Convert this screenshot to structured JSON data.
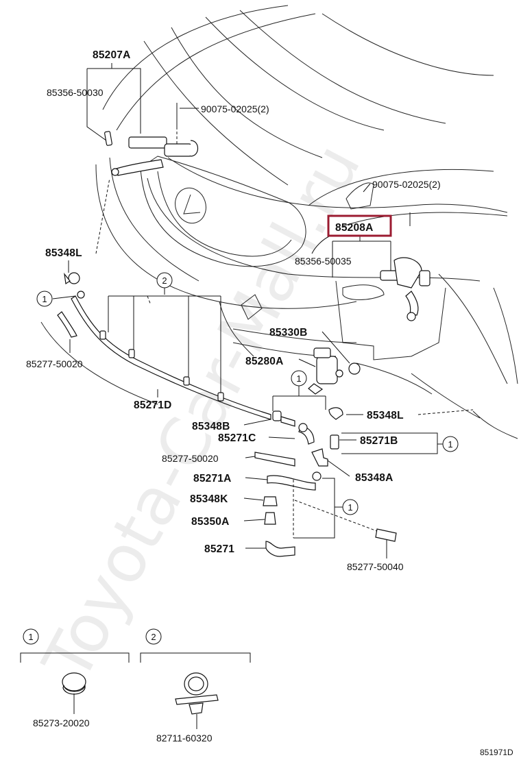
{
  "diagram": {
    "watermark": "Toyota-Car-Mall.ru",
    "figure_id": "851971D",
    "parts": [
      {
        "id": "p85207A",
        "label": "85207A"
      },
      {
        "id": "p85356_50030",
        "label": "85356-50030"
      },
      {
        "id": "p90075_a",
        "label": "90075-02025(2)"
      },
      {
        "id": "p90075_b",
        "label": "90075-02025(2)"
      },
      {
        "id": "p85208A",
        "label": "85208A",
        "highlighted": true
      },
      {
        "id": "p85356_50035",
        "label": "85356-50035"
      },
      {
        "id": "p85348L_a",
        "label": "85348L"
      },
      {
        "id": "p85277_50020_a",
        "label": "85277-50020"
      },
      {
        "id": "p85330B",
        "label": "85330B"
      },
      {
        "id": "p85280A",
        "label": "85280A"
      },
      {
        "id": "p85271D",
        "label": "85271D"
      },
      {
        "id": "p85348B",
        "label": "85348B"
      },
      {
        "id": "p85348L_b",
        "label": "85348L"
      },
      {
        "id": "p85271C",
        "label": "85271C"
      },
      {
        "id": "p85271B",
        "label": "85271B"
      },
      {
        "id": "p85277_50020_b",
        "label": "85277-50020"
      },
      {
        "id": "p85348A",
        "label": "85348A"
      },
      {
        "id": "p85271A",
        "label": "85271A"
      },
      {
        "id": "p85348K",
        "label": "85348K"
      },
      {
        "id": "p85350A",
        "label": "85350A"
      },
      {
        "id": "p85271",
        "label": "85271"
      },
      {
        "id": "p85277_50040",
        "label": "85277-50040"
      },
      {
        "id": "p85273_20020",
        "label": "85273-20020"
      },
      {
        "id": "p82711_60320",
        "label": "82711-60320"
      }
    ],
    "callouts": {
      "one": "1",
      "two": "2"
    }
  }
}
